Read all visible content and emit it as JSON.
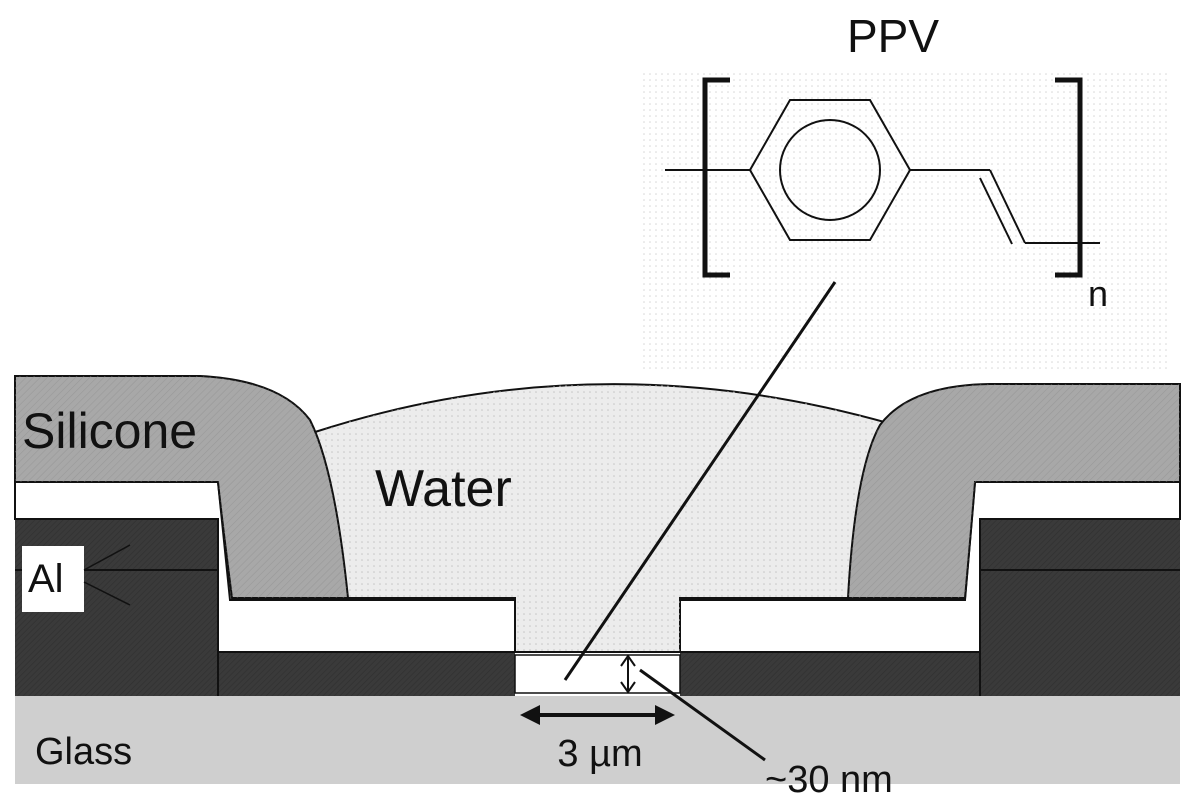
{
  "molecule": {
    "name": "PPV",
    "subscript": "n"
  },
  "layers": {
    "silicone": "Silicone",
    "water": "Water",
    "aluminum": "Al",
    "glass": "Glass"
  },
  "dimensions": {
    "channel_width": "3 µm",
    "film_thickness": "~30 nm"
  },
  "colors": {
    "silicone": "#a8a8a8",
    "aluminum": "#3a3a3a",
    "glass": "#cfcfcf",
    "water": "#e9e9e9",
    "film": "#ffffff",
    "line": "#111111"
  }
}
